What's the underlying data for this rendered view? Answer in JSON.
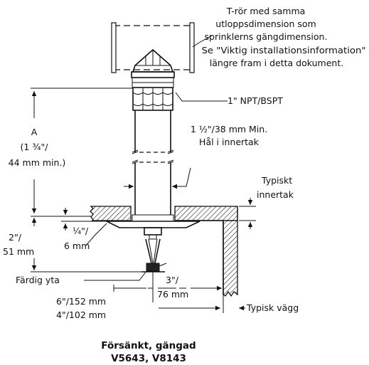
{
  "labels": {
    "tee_line1": "T-rör med samma",
    "tee_line2": "utloppsdimension som",
    "tee_line3": "sprinklerns gängdimension.",
    "tee_line4": "Se \"Viktig installationsinformation\"",
    "tee_line5": "längre fram i detta dokument.",
    "npt": "1\" NPT/BSPT",
    "hole_line1": "1 ½\"/38 mm Min.",
    "hole_line2": "Hål i innertak",
    "a_line1": "A",
    "a_line2": "(1 ¾\"/",
    "a_line3": "44 mm min.)",
    "ceiling_line1": "Typiskt",
    "ceiling_line2": "innertak",
    "dim_2in_line1": "2\"/",
    "dim_2in_line2": "51 mm",
    "dim_quarter_line1": "¼\"/",
    "dim_quarter_line2": "6 mm",
    "finished_surface": "Färdig yta",
    "dim_3in_line1": "3\"/",
    "dim_3in_line2": "76 mm",
    "dim_6in": "6\"/152 mm",
    "dim_4in": "4\"/102 mm",
    "wall": "Typisk vägg"
  },
  "caption": {
    "title": "Försänkt, gängad",
    "models": "V5643, V8143"
  }
}
